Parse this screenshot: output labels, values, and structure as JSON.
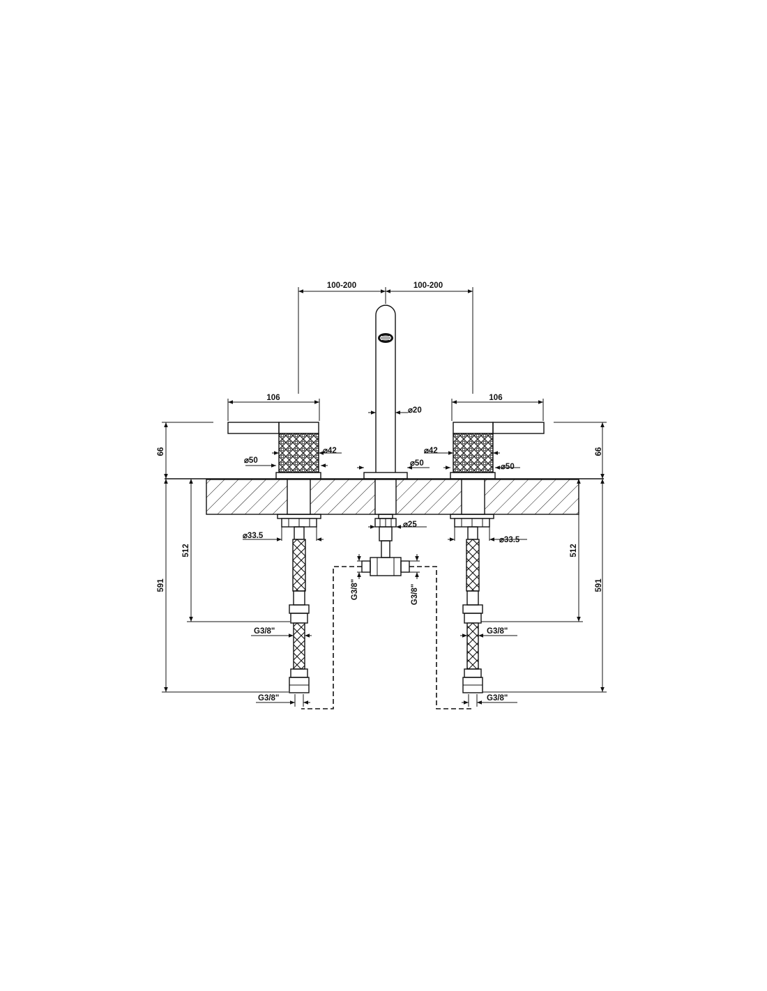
{
  "dimensions": {
    "spread_left": "100-200",
    "spread_right": "100-200",
    "handle_length_left": "106",
    "handle_length_right": "106",
    "spout_diameter": "⌀20",
    "body_diameter_left": "⌀42",
    "body_diameter_right": "⌀42",
    "base_diameter_left": "⌀50",
    "base_diameter_center": "⌀50",
    "base_diameter_right": "⌀50",
    "height_left": "66",
    "height_right": "66",
    "nut_diameter_left": "⌀33.5",
    "nut_diameter_right": "⌀33.5",
    "shank_diameter_center": "⌀25",
    "hose_length_left": "512",
    "hose_length_right": "512",
    "total_length_left": "591",
    "total_length_right": "591",
    "thread_left_upper": "G3/8\"",
    "thread_left_lower": "G3/8\"",
    "thread_right_upper": "G3/8\"",
    "thread_right_lower": "G3/8\"",
    "thread_center_left": "G3/8\"",
    "thread_center_right": "G3/8\""
  }
}
